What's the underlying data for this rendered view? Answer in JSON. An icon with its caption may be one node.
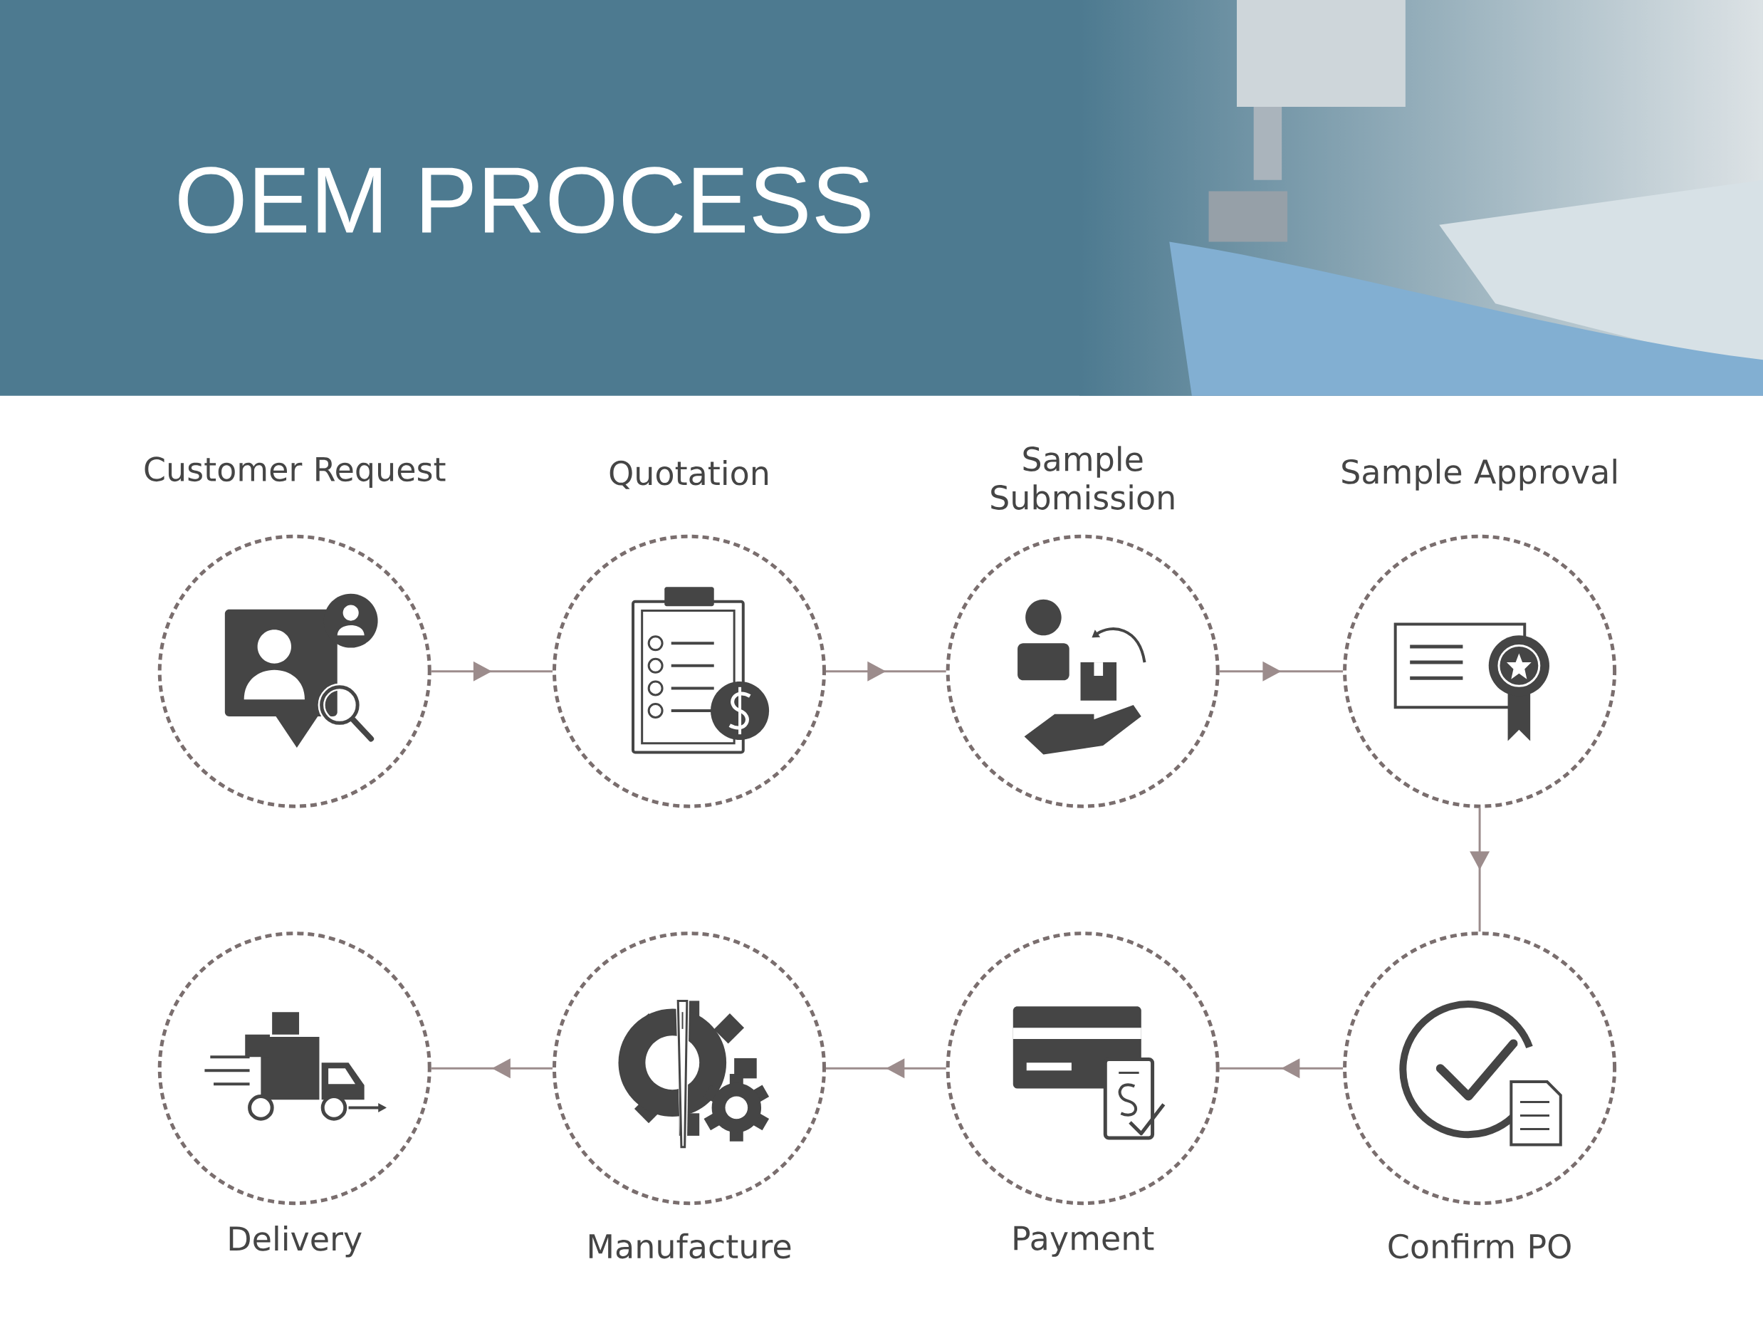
{
  "diagram": {
    "title": "OEM PROCESS",
    "nodes": [
      {
        "text": [
          "Customer Request"
        ]
      },
      {
        "text": [
          "Quotation"
        ]
      },
      {
        "text": [
          "Sample Submission"
        ]
      },
      {
        "text": [
          "Sample Approval"
        ]
      },
      {
        "text": [
          "Confirm PO"
        ]
      },
      {
        "text": [
          "Payment"
        ]
      },
      {
        "text": [
          "Manufacture"
        ]
      },
      {
        "text": [
          "Delivery"
        ]
      }
    ],
    "edges": [
      {
        "from": 0,
        "to": 1,
        "arrow": "to"
      },
      {
        "from": 1,
        "to": 2,
        "arrow": "to"
      },
      {
        "from": 2,
        "to": 3,
        "arrow": "to"
      },
      {
        "from": 3,
        "to": 4,
        "arrow": "to"
      },
      {
        "from": 4,
        "to": 5,
        "arrow": "to"
      },
      {
        "from": 5,
        "to": 6,
        "arrow": "to"
      },
      {
        "from": 6,
        "to": 7,
        "arrow": "to"
      }
    ]
  }
}
